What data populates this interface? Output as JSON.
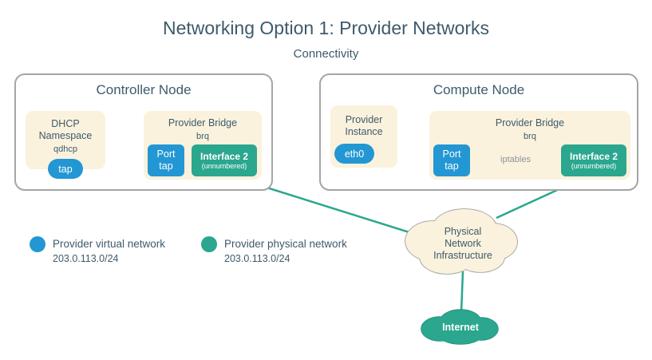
{
  "title": "Networking Option 1: Provider Networks",
  "subtitle": "Connectivity",
  "controller_node": {
    "label": "Controller Node",
    "dhcp": {
      "name_line1": "DHCP",
      "name_line2": "Namespace",
      "sub": "qdhcp",
      "port": "tap"
    },
    "bridge": {
      "title": "Provider Bridge",
      "sub": "brq",
      "port_line1": "Port",
      "port_line2": "tap",
      "interface_title": "Interface 2",
      "interface_sub": "(unnumbered)"
    }
  },
  "compute_node": {
    "label": "Compute Node",
    "instance": {
      "name_line1": "Provider",
      "name_line2": "Instance",
      "port": "eth0"
    },
    "bridge": {
      "title": "Provider Bridge",
      "sub": "brq",
      "port_line1": "Port",
      "port_line2": "tap",
      "iptables": "iptables",
      "interface_title": "Interface 2",
      "interface_sub": "(unnumbered)"
    }
  },
  "legend": {
    "virtual": {
      "label": "Provider virtual network",
      "subnet": "203.0.113.0/24",
      "color": "#2397d3"
    },
    "physical": {
      "label": "Provider physical network",
      "subnet": "203.0.113.0/24",
      "color": "#2aa78e"
    }
  },
  "clouds": {
    "physical_infrastructure": {
      "line1": "Physical",
      "line2": "Network",
      "line3": "Infrastructure"
    },
    "internet": {
      "label": "Internet"
    }
  },
  "colors": {
    "virtual_blue": "#2397d3",
    "physical_teal": "#2aa78e",
    "box_cream": "#faf2dd",
    "text_slate": "#3e5a6b",
    "node_border": "#a5a5a5"
  }
}
